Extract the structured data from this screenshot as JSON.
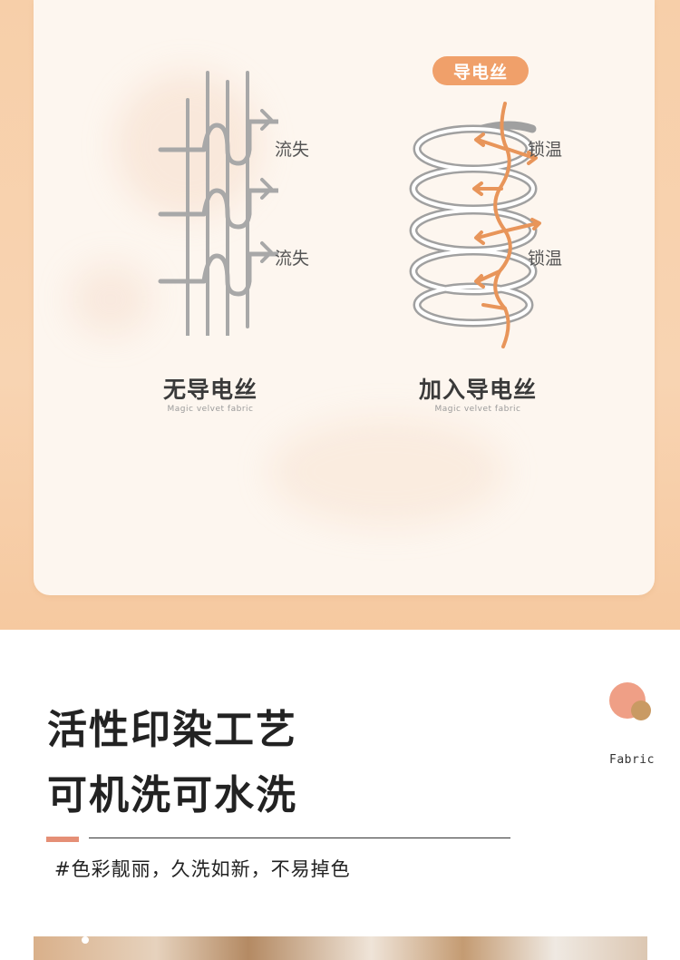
{
  "diagram": {
    "left": {
      "label_1": "流失",
      "label_2": "流失",
      "title": "无导电丝",
      "subtitle": "Magic velvet fabric"
    },
    "right": {
      "pill": "导电丝",
      "label_1": "锁温",
      "label_2": "锁温",
      "title": "加入导电丝",
      "subtitle": "Magic velvet fabric"
    },
    "colors": {
      "pill": "#f0a06a",
      "arrow_gray": "#a8a8a8",
      "arrow_orange": "#e8955a",
      "coil": "#9e9e9e"
    }
  },
  "feature": {
    "headline_1": "活性印染工艺",
    "headline_2": "可机洗可水洗",
    "tagline": "#色彩靓丽，久洗如新，不易掉色",
    "badge_label": "Fabric",
    "colors": {
      "accent": "#e58f76",
      "dot": "#ef9f86",
      "dot_small": "#c99a63"
    }
  }
}
